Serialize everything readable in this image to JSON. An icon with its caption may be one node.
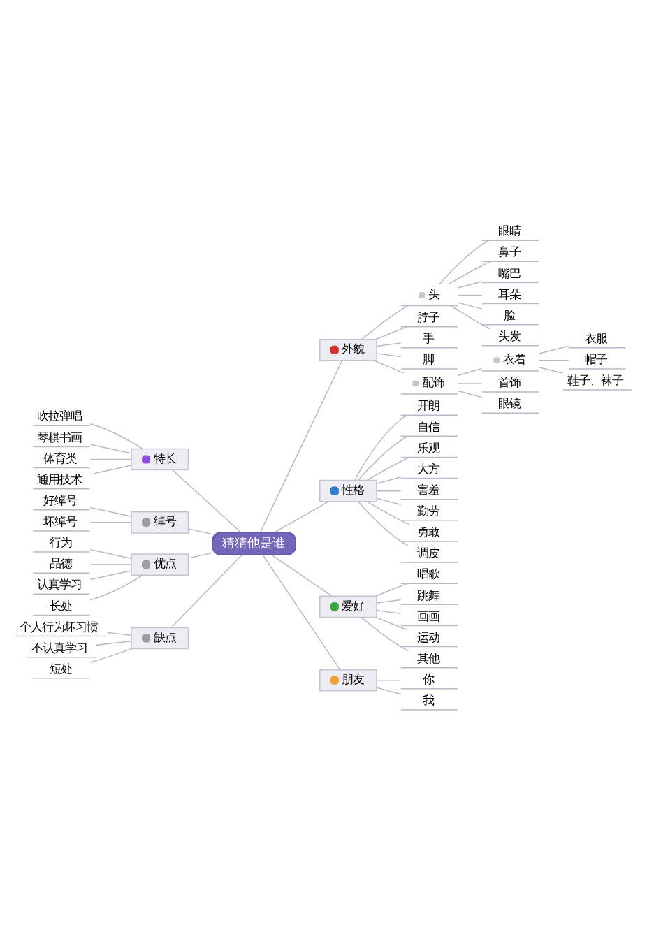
{
  "diagram": {
    "nodes": [
      {
        "text": [
          "猜猜他是谁"
        ]
      },
      {
        "text": [
          "外貌"
        ]
      },
      {
        "text": [
          "头"
        ]
      },
      {
        "text": [
          "眼睛"
        ]
      },
      {
        "text": [
          "鼻子"
        ]
      },
      {
        "text": [
          "嘴巴"
        ]
      },
      {
        "text": [
          "耳朵"
        ]
      },
      {
        "text": [
          "脸"
        ]
      },
      {
        "text": [
          "头发"
        ]
      },
      {
        "text": [
          "脖子"
        ]
      },
      {
        "text": [
          "手"
        ]
      },
      {
        "text": [
          "脚"
        ]
      },
      {
        "text": [
          "配饰"
        ]
      },
      {
        "text": [
          "衣着"
        ]
      },
      {
        "text": [
          "衣服"
        ]
      },
      {
        "text": [
          "帽子"
        ]
      },
      {
        "text": [
          "鞋子、袜子"
        ]
      },
      {
        "text": [
          "首饰"
        ]
      },
      {
        "text": [
          "眼镜"
        ]
      },
      {
        "text": [
          "性格"
        ]
      },
      {
        "text": [
          "开朗"
        ]
      },
      {
        "text": [
          "自信"
        ]
      },
      {
        "text": [
          "乐观"
        ]
      },
      {
        "text": [
          "大方"
        ]
      },
      {
        "text": [
          "害羞"
        ]
      },
      {
        "text": [
          "勤劳"
        ]
      },
      {
        "text": [
          "勇敢"
        ]
      },
      {
        "text": [
          "调皮"
        ]
      },
      {
        "text": [
          "爱好"
        ]
      },
      {
        "text": [
          "唱歌"
        ]
      },
      {
        "text": [
          "跳舞"
        ]
      },
      {
        "text": [
          "画画"
        ]
      },
      {
        "text": [
          "运动"
        ]
      },
      {
        "text": [
          "其他"
        ]
      },
      {
        "text": [
          "朋友"
        ]
      },
      {
        "text": [
          "你"
        ]
      },
      {
        "text": [
          "我"
        ]
      },
      {
        "text": [
          "特长"
        ]
      },
      {
        "text": [
          "吹拉弹唱"
        ]
      },
      {
        "text": [
          "琴棋书画"
        ]
      },
      {
        "text": [
          "体育类"
        ]
      },
      {
        "text": [
          "通用技术"
        ]
      },
      {
        "text": [
          "绰号"
        ]
      },
      {
        "text": [
          "好绰号"
        ]
      },
      {
        "text": [
          "坏绰号"
        ]
      },
      {
        "text": [
          "优点"
        ]
      },
      {
        "text": [
          "行为"
        ]
      },
      {
        "text": [
          "品德"
        ]
      },
      {
        "text": [
          "认真学习"
        ]
      },
      {
        "text": [
          "长处"
        ]
      },
      {
        "text": [
          "缺点"
        ]
      },
      {
        "text": [
          "个人行为坏习惯"
        ]
      },
      {
        "text": [
          "不认真学习"
        ]
      },
      {
        "text": [
          "短处"
        ]
      }
    ],
    "edges": [
      {
        "from": 0,
        "to": 1,
        "arrow": "none"
      },
      {
        "from": 1,
        "to": 2,
        "arrow": "none"
      },
      {
        "from": 2,
        "to": 3,
        "arrow": "none"
      },
      {
        "from": 2,
        "to": 4,
        "arrow": "none"
      },
      {
        "from": 2,
        "to": 5,
        "arrow": "none"
      },
      {
        "from": 2,
        "to": 6,
        "arrow": "none"
      },
      {
        "from": 2,
        "to": 7,
        "arrow": "none"
      },
      {
        "from": 2,
        "to": 8,
        "arrow": "none"
      },
      {
        "from": 1,
        "to": 9,
        "arrow": "none"
      },
      {
        "from": 1,
        "to": 10,
        "arrow": "none"
      },
      {
        "from": 1,
        "to": 11,
        "arrow": "none"
      },
      {
        "from": 1,
        "to": 12,
        "arrow": "none"
      },
      {
        "from": 12,
        "to": 13,
        "arrow": "none"
      },
      {
        "from": 13,
        "to": 14,
        "arrow": "none"
      },
      {
        "from": 13,
        "to": 15,
        "arrow": "none"
      },
      {
        "from": 13,
        "to": 16,
        "arrow": "none"
      },
      {
        "from": 12,
        "to": 17,
        "arrow": "none"
      },
      {
        "from": 12,
        "to": 18,
        "arrow": "none"
      },
      {
        "from": 0,
        "to": 19,
        "arrow": "none"
      },
      {
        "from": 19,
        "to": 20,
        "arrow": "none"
      },
      {
        "from": 19,
        "to": 21,
        "arrow": "none"
      },
      {
        "from": 19,
        "to": 22,
        "arrow": "none"
      },
      {
        "from": 19,
        "to": 23,
        "arrow": "none"
      },
      {
        "from": 19,
        "to": 24,
        "arrow": "none"
      },
      {
        "from": 19,
        "to": 25,
        "arrow": "none"
      },
      {
        "from": 19,
        "to": 26,
        "arrow": "none"
      },
      {
        "from": 19,
        "to": 27,
        "arrow": "none"
      },
      {
        "from": 0,
        "to": 28,
        "arrow": "none"
      },
      {
        "from": 28,
        "to": 29,
        "arrow": "none"
      },
      {
        "from": 28,
        "to": 30,
        "arrow": "none"
      },
      {
        "from": 28,
        "to": 31,
        "arrow": "none"
      },
      {
        "from": 28,
        "to": 32,
        "arrow": "none"
      },
      {
        "from": 28,
        "to": 33,
        "arrow": "none"
      },
      {
        "from": 0,
        "to": 34,
        "arrow": "none"
      },
      {
        "from": 34,
        "to": 35,
        "arrow": "none"
      },
      {
        "from": 34,
        "to": 36,
        "arrow": "none"
      },
      {
        "from": 0,
        "to": 37,
        "arrow": "none"
      },
      {
        "from": 37,
        "to": 38,
        "arrow": "none"
      },
      {
        "from": 37,
        "to": 39,
        "arrow": "none"
      },
      {
        "from": 37,
        "to": 40,
        "arrow": "none"
      },
      {
        "from": 37,
        "to": 41,
        "arrow": "none"
      },
      {
        "from": 0,
        "to": 42,
        "arrow": "none"
      },
      {
        "from": 42,
        "to": 43,
        "arrow": "none"
      },
      {
        "from": 42,
        "to": 44,
        "arrow": "none"
      },
      {
        "from": 0,
        "to": 45,
        "arrow": "none"
      },
      {
        "from": 45,
        "to": 46,
        "arrow": "none"
      },
      {
        "from": 45,
        "to": 47,
        "arrow": "none"
      },
      {
        "from": 45,
        "to": 48,
        "arrow": "none"
      },
      {
        "from": 45,
        "to": 49,
        "arrow": "none"
      },
      {
        "from": 0,
        "to": 50,
        "arrow": "none"
      },
      {
        "from": 50,
        "to": 51,
        "arrow": "none"
      },
      {
        "from": 50,
        "to": 52,
        "arrow": "none"
      },
      {
        "from": 50,
        "to": 53,
        "arrow": "none"
      }
    ]
  }
}
